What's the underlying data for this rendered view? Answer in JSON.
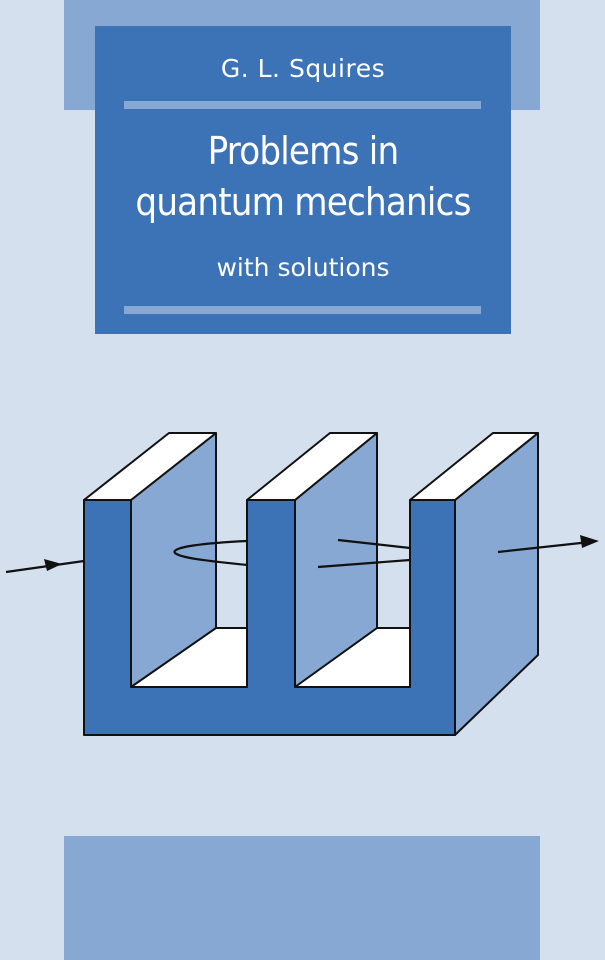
{
  "cover": {
    "author": "G. L. Squires",
    "title_line1": "Problems in",
    "title_line2": "quantum mechanics",
    "subtitle": "with solutions"
  },
  "illustration": {
    "description_name": "three-slab-channel-diagram",
    "face_color": "#3c72b6",
    "side_color": "#86a8d3",
    "top_color": "#ffffff"
  },
  "colors": {
    "background": "#d5e0ef",
    "panel": "#3c72b6",
    "band": "#86a8d3",
    "text": "#ffffff"
  }
}
